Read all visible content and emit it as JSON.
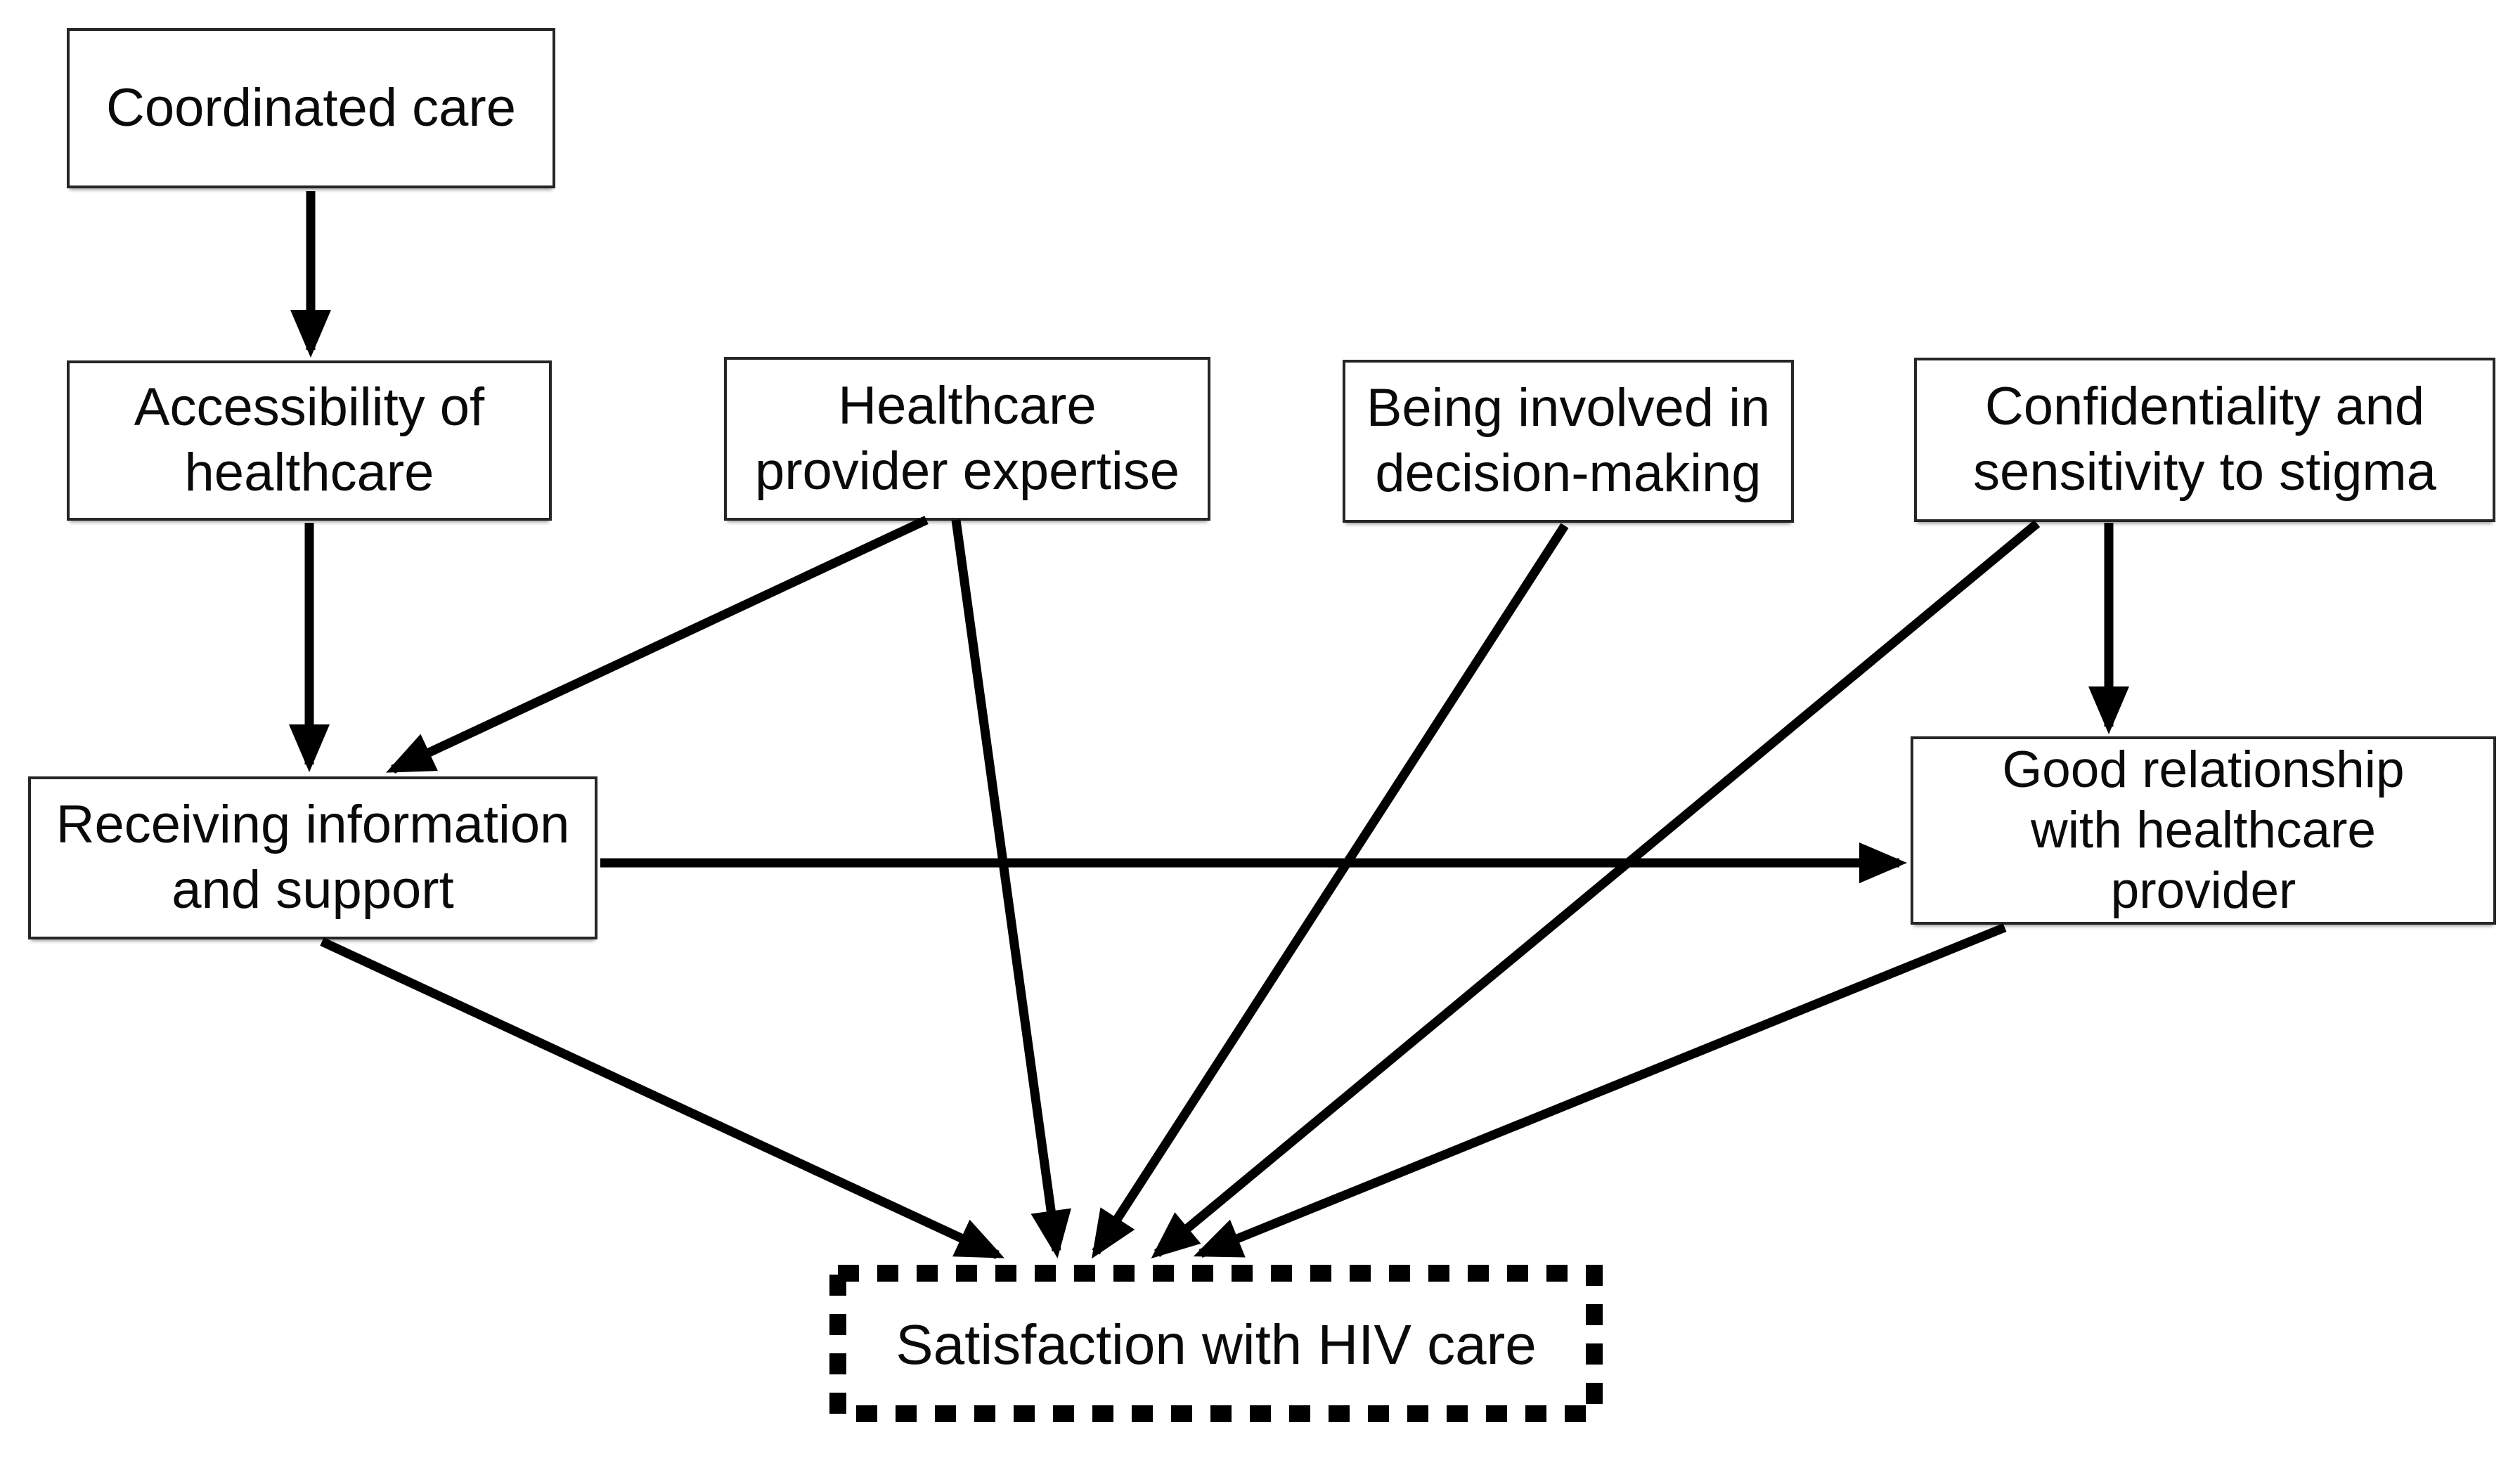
{
  "figure": {
    "kind": "conceptual-model-diagram",
    "topic": "Determinants of satisfaction with HIV care",
    "colors": {
      "background": "#ffffff",
      "box_border": "#262626",
      "arrow": "#000000",
      "text": "#0a0a0a"
    }
  },
  "nodes": {
    "coordinated_care": {
      "label": "Coordinated care"
    },
    "accessibility": {
      "label": "Accessibility of\nhealthcare"
    },
    "provider_expertise": {
      "label": "Healthcare\nprovider expertise"
    },
    "decision_making": {
      "label": "Being involved in\ndecision-making"
    },
    "confidentiality": {
      "label": "Confidentiality and\nsensitivity to stigma"
    },
    "receiving_info": {
      "label": "Receiving information\nand support"
    },
    "good_relationship": {
      "label": "Good relationship\nwith healthcare\nprovider"
    },
    "satisfaction": {
      "label": "Satisfaction with HIV care"
    }
  },
  "edges": [
    {
      "from": "coordinated_care",
      "to": "accessibility"
    },
    {
      "from": "accessibility",
      "to": "receiving_info"
    },
    {
      "from": "provider_expertise",
      "to": "receiving_info"
    },
    {
      "from": "provider_expertise",
      "to": "satisfaction"
    },
    {
      "from": "decision_making",
      "to": "satisfaction"
    },
    {
      "from": "confidentiality",
      "to": "good_relationship"
    },
    {
      "from": "confidentiality",
      "to": "satisfaction"
    },
    {
      "from": "receiving_info",
      "to": "good_relationship"
    },
    {
      "from": "receiving_info",
      "to": "satisfaction"
    },
    {
      "from": "good_relationship",
      "to": "satisfaction"
    }
  ]
}
